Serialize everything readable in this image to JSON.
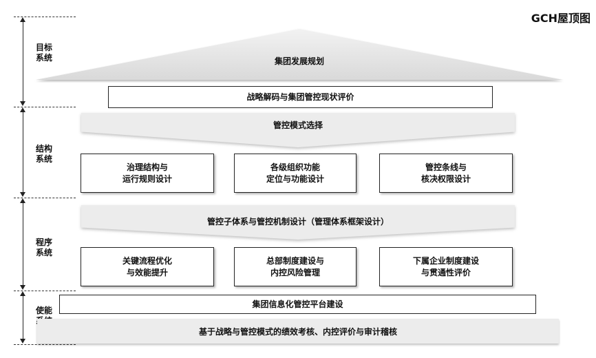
{
  "brand": "GCH屋顶图",
  "systems": [
    {
      "id": "goal",
      "label": "目标\n系统"
    },
    {
      "id": "structure",
      "label": "结构\n系统"
    },
    {
      "id": "process",
      "label": "程序\n系统"
    },
    {
      "id": "enable",
      "label": "使能\n系统"
    }
  ],
  "roof": {
    "title": "集团发展规划"
  },
  "strategy_box": "战略解码与集团管控现状评价",
  "control_mode": "管控模式选择",
  "structure_modules": [
    "治理结构与\n运行规则设计",
    "各级组织功能\n定位与功能设计",
    "管控条线与\n核决权限设计"
  ],
  "subsystem_design": "管控子体系与管控机制设计（管理体系框架设计）",
  "process_modules": [
    "关键流程优化\n与效能提升",
    "总部制度建设与\n内控风险管理",
    "下属企业制度建设\n与贯通性评价"
  ],
  "it_platform": "集团信息化管控平台建设",
  "performance": "基于战略与管控模式的绩效考核、内控评价与审计稽核"
}
